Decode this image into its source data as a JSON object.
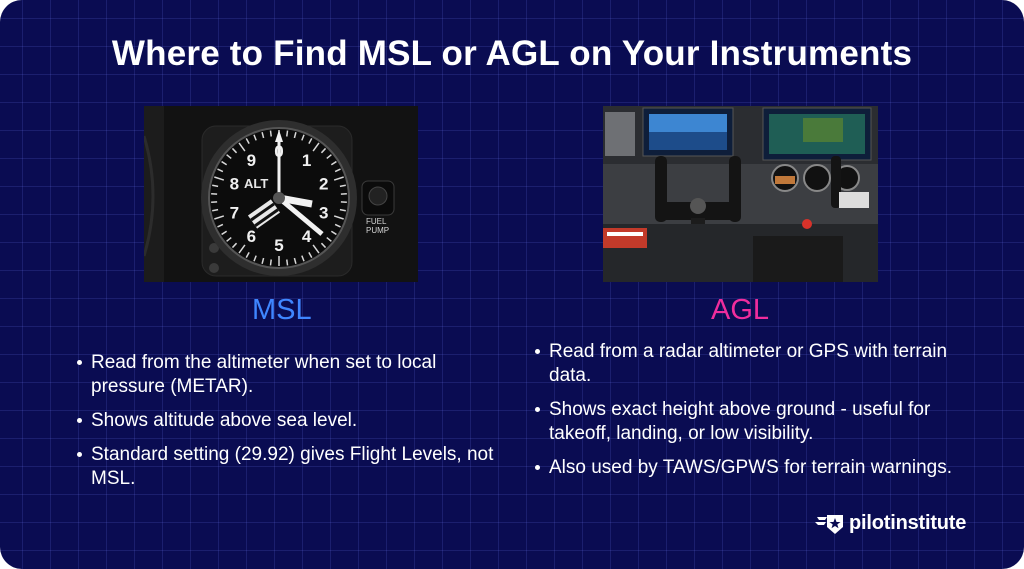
{
  "title": "Where to Find MSL or AGL on Your Instruments",
  "msl": {
    "heading": "MSL",
    "heading_color": "#3f86ff",
    "points": [
      "Read from the altimeter when set to local pressure (METAR).",
      "Shows altitude above sea level.",
      "Standard setting (29.92) gives Flight Levels, not MSL."
    ],
    "photo": {
      "icon": "altimeter-photo",
      "dial_numbers": [
        "0",
        "1",
        "2",
        "3",
        "4",
        "5",
        "6",
        "7",
        "8",
        "9"
      ],
      "dial_label": "ALT",
      "switch_label_1": "FUEL",
      "switch_label_2": "PUMP"
    }
  },
  "agl": {
    "heading": "AGL",
    "heading_color": "#ef2d9d",
    "points": [
      "Read from a radar altimeter or GPS with terrain data.",
      "Shows exact height above ground - useful for takeoff, landing, or low visibility.",
      "Also used by TAWS/GPWS for terrain warnings."
    ],
    "photo": {
      "icon": "cockpit-panel-photo"
    }
  },
  "logo": {
    "text": "pilotinstitute",
    "icon": "wing-star-icon"
  },
  "colors": {
    "background": "#0a0c52",
    "text": "#ffffff"
  }
}
